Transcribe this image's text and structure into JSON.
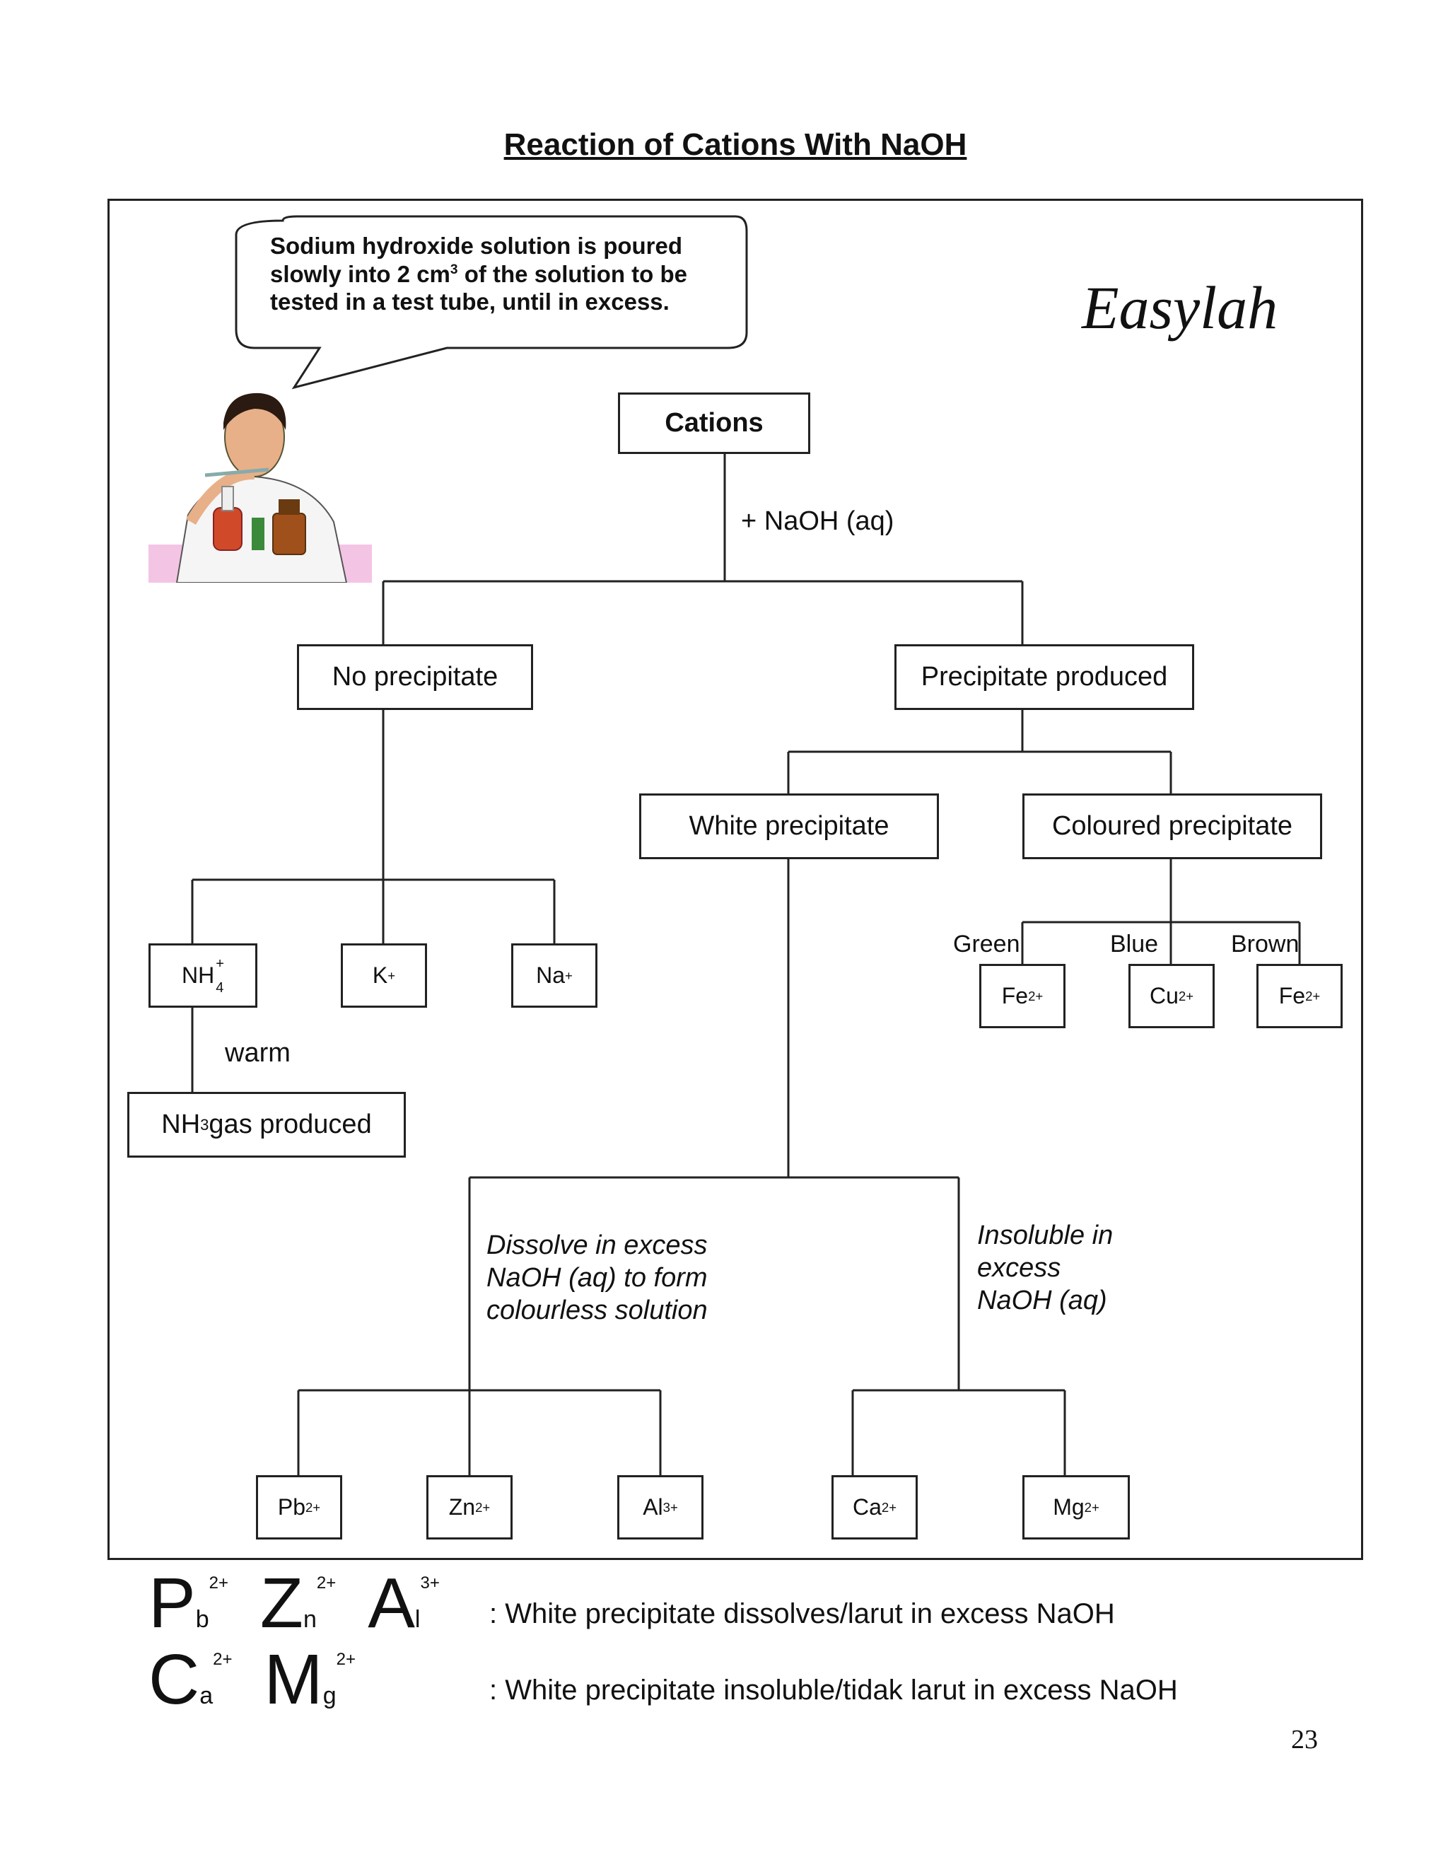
{
  "title": "Reaction of Cations With NaOH",
  "speech_bubble": {
    "line1": "Sodium hydroxide solution is poured",
    "line2_a": "slowly into 2 cm",
    "line2_sup": "3",
    "line2_b": " of the solution to be",
    "line3": "tested in a test tube, until in excess."
  },
  "brand": "Easylah",
  "root": "Cations",
  "reagent_label": "+ NaOH (aq)",
  "no_precipitate": {
    "label": "No precipitate",
    "ions": [
      {
        "base": "NH",
        "sup": "+",
        "sub": "4"
      },
      {
        "base": "K",
        "sup": "+"
      },
      {
        "base": "Na",
        "sup": "+"
      }
    ],
    "warm_label": "warm",
    "gas": {
      "a": "NH",
      "sub": "3",
      "b": " gas produced"
    }
  },
  "precipitate": {
    "label": "Precipitate produced",
    "white": "White precipitate",
    "coloured": "Coloured precipitate",
    "colours": [
      {
        "colour_name": "Green",
        "base": "Fe",
        "sup": "2+"
      },
      {
        "colour_name": "Blue",
        "base": "Cu",
        "sup": "2+"
      },
      {
        "colour_name": "Brown",
        "base": "Fe",
        "sup": "2+"
      }
    ]
  },
  "dissolve_label": [
    "Dissolve in excess",
    "NaOH (aq) to form",
    "colourless solution"
  ],
  "insoluble_label": [
    "Insoluble  in",
    "excess",
    "NaOH (aq)"
  ],
  "dissolve_ions": [
    {
      "base": "Pb",
      "sup": "2+"
    },
    {
      "base": "Zn",
      "sup": "2+"
    },
    {
      "base": "Al",
      "sup": "3+"
    }
  ],
  "insoluble_ions": [
    {
      "base": "Ca",
      "sup": "2+"
    },
    {
      "base": "Mg",
      "sup": "2+"
    }
  ],
  "legend": {
    "row1_symbols": [
      {
        "big": "P",
        "small": "b",
        "sup": "2+"
      },
      {
        "big": "Z",
        "small": "n",
        "sup": "2+"
      },
      {
        "big": "A",
        "small": "l",
        "sup": "3+"
      }
    ],
    "row1_text": ": White precipitate dissolves/larut in excess NaOH",
    "row2_symbols": [
      {
        "big": "C",
        "small": "a",
        "sup": "2+"
      },
      {
        "big": "M",
        "small": "g",
        "sup": "2+"
      }
    ],
    "row2_text": ": White precipitate insoluble/tidak larut in excess NaOH"
  },
  "page_number": "23"
}
